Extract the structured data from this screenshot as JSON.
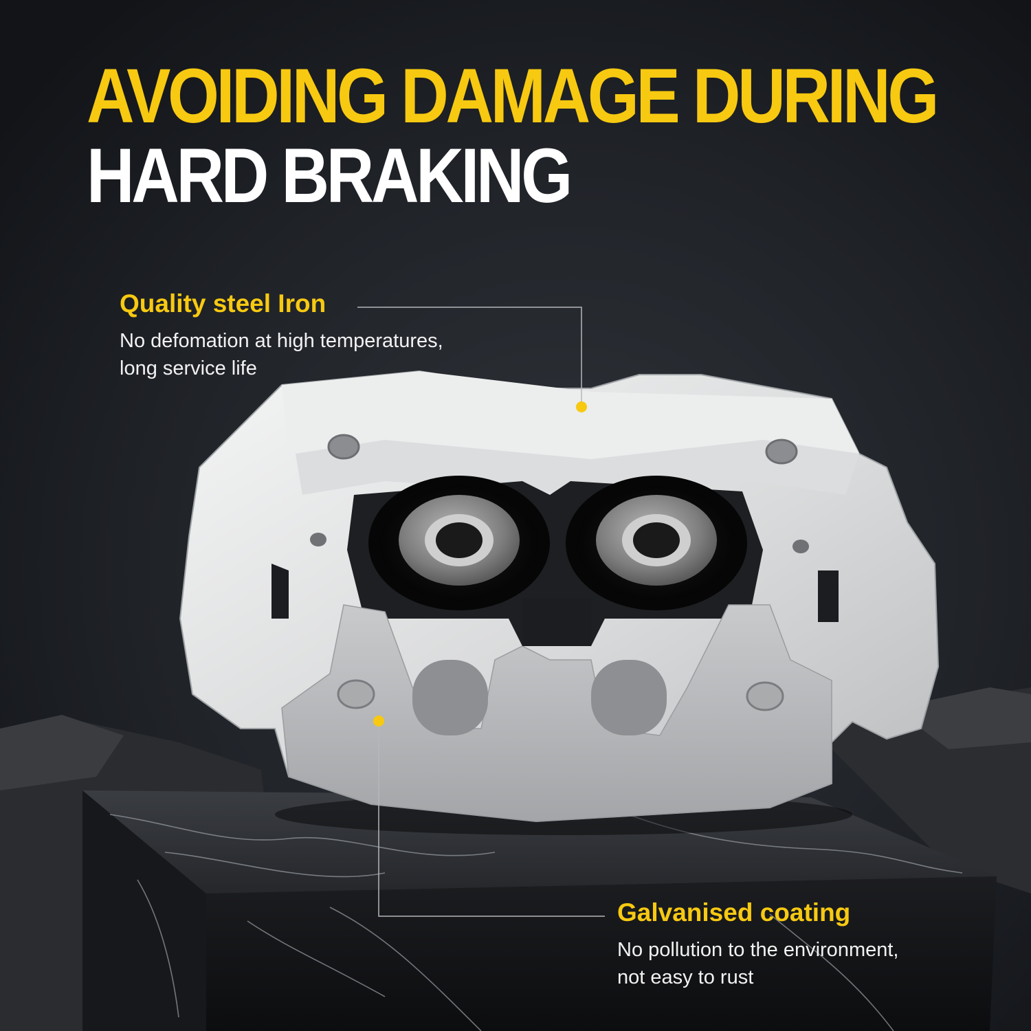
{
  "headline": {
    "line1": "AVOIDING DAMAGE DURING",
    "line2": "HARD BRAKING"
  },
  "callouts": [
    {
      "title": "Quality steel Iron",
      "desc_line1": "No defomation at high temperatures,",
      "desc_line2": "long service life"
    },
    {
      "title": "Galvanised coating",
      "desc_line1": "No pollution to the environment,",
      "desc_line2": "not easy to rust"
    }
  ],
  "colors": {
    "accent": "#f7c911",
    "background": "#1a1d22",
    "text": "#ffffff"
  },
  "icons": [
    "callout-dot-icon"
  ]
}
